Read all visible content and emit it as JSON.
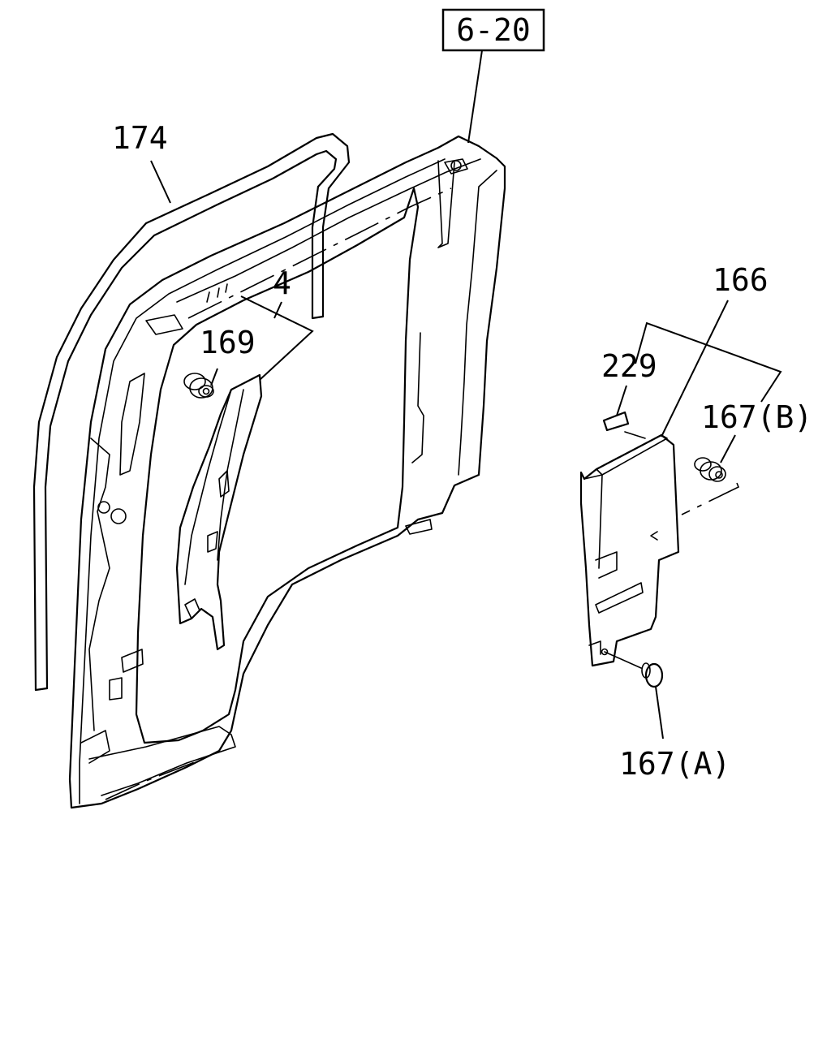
{
  "reference": "6-20",
  "callouts": {
    "weatherstrip": "174",
    "door_panel_part": "4",
    "clip_upper": "169",
    "cover": "166",
    "pad": "229",
    "clip_b": "167(B)",
    "clip_a": "167(A)"
  }
}
